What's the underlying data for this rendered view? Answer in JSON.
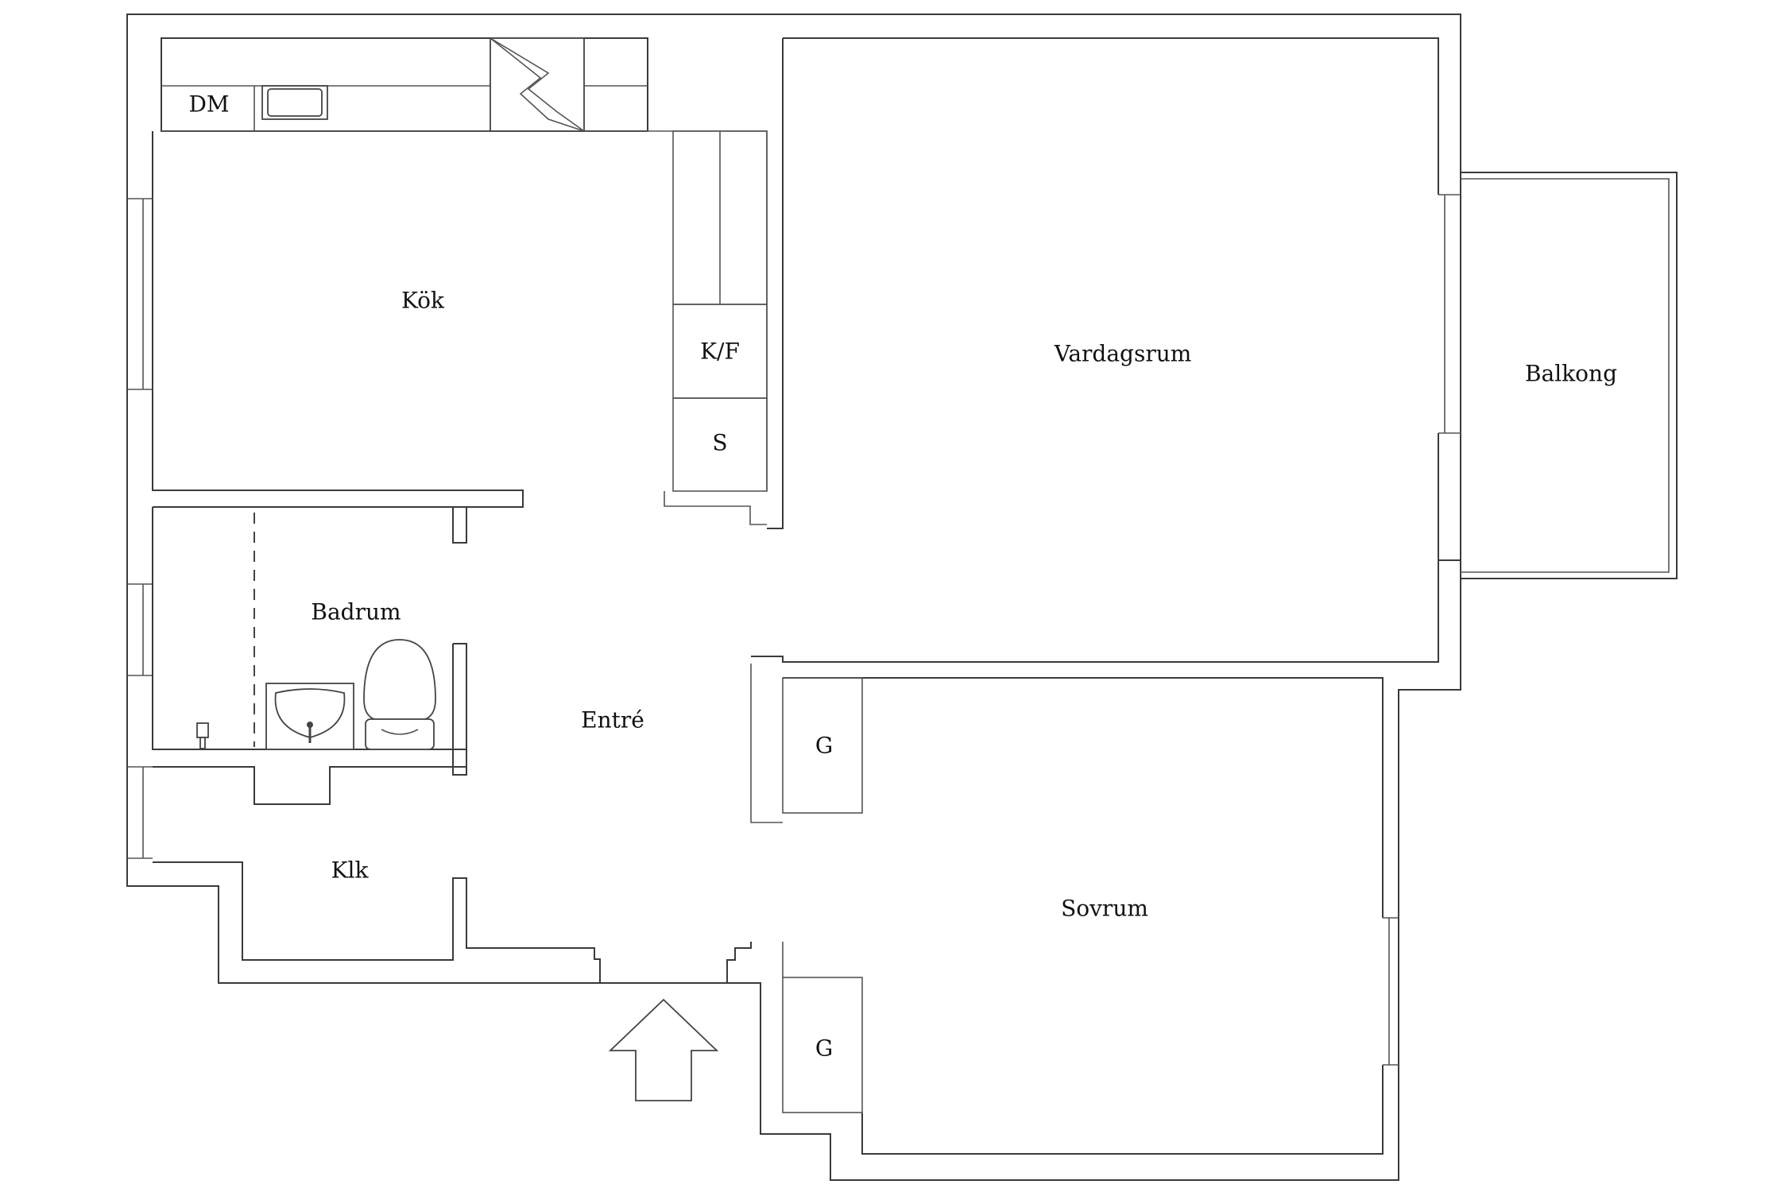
{
  "rooms": {
    "kitchen": "Kök",
    "living_room": "Vardagsrum",
    "balcony": "Balkong",
    "bathroom": "Badrum",
    "hall": "Entré",
    "closet": "Klk",
    "bedroom": "Sovrum"
  },
  "fixtures": {
    "dishwasher": "DM",
    "fridge_freezer": "K/F",
    "cabinet": "S",
    "wardrobe_top": "G",
    "wardrobe_bottom": "G"
  },
  "colors": {
    "line": "#3a3a3a",
    "background": "#ffffff"
  },
  "icons": {
    "entrance": "entrance-arrow-icon",
    "chimney": "chimney-icon",
    "sink": "kitchen-sink-icon",
    "washbasin": "washbasin-icon",
    "toilet": "toilet-icon",
    "shower": "shower-valve-icon"
  }
}
